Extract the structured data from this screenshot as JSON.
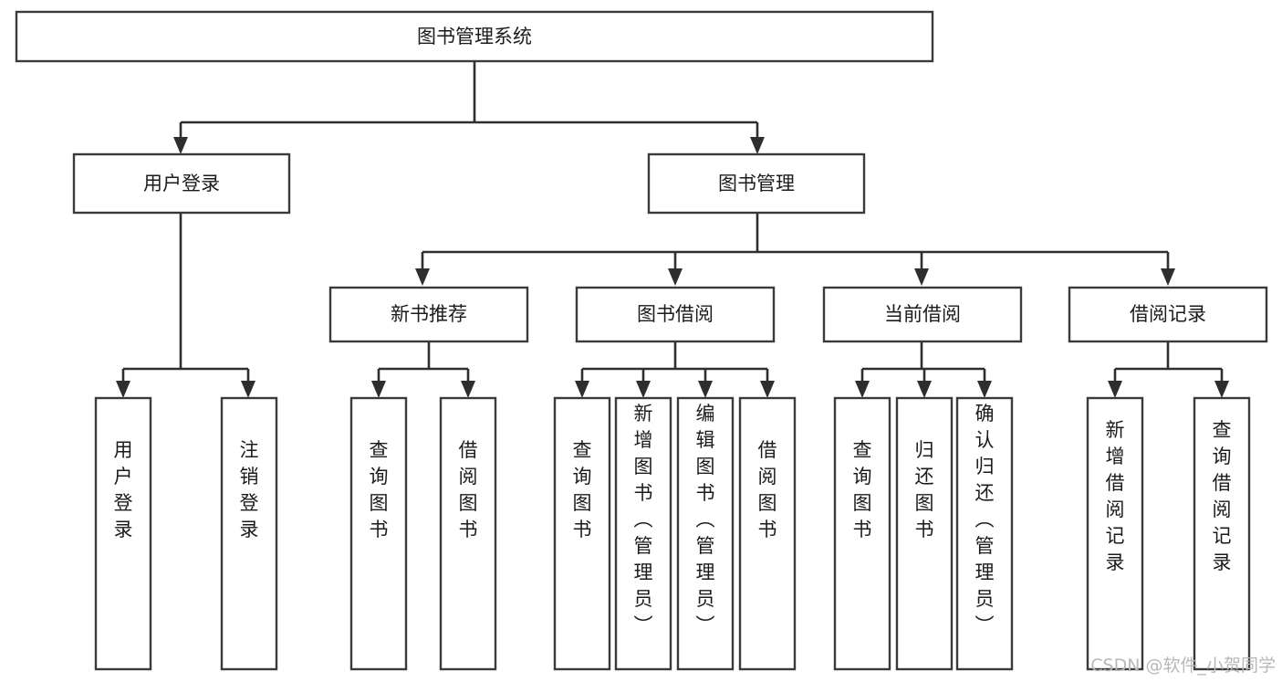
{
  "diagram": {
    "title": "图书管理系统",
    "type": "tree",
    "orientation": "top-down",
    "root": {
      "id": "root",
      "label": "图书管理系统"
    },
    "level2": [
      {
        "id": "user-login",
        "label": "用户登录"
      },
      {
        "id": "book-manage",
        "label": "图书管理"
      }
    ],
    "level3": [
      {
        "id": "new-book-recommend",
        "label": "新书推荐",
        "parent": "book-manage"
      },
      {
        "id": "book-borrow",
        "label": "图书借阅",
        "parent": "book-manage"
      },
      {
        "id": "current-borrow",
        "label": "当前借阅",
        "parent": "book-manage"
      },
      {
        "id": "borrow-record",
        "label": "借阅记录",
        "parent": "book-manage"
      }
    ],
    "leaves": [
      {
        "id": "leaf-user-login",
        "label": "用户登录",
        "parent": "user-login"
      },
      {
        "id": "leaf-user-logout",
        "label": "注销登录",
        "parent": "user-login"
      },
      {
        "id": "leaf-query-book-1",
        "label": "查询图书",
        "parent": "new-book-recommend"
      },
      {
        "id": "leaf-borrow-book-1",
        "label": "借阅图书",
        "parent": "new-book-recommend"
      },
      {
        "id": "leaf-query-book-2",
        "label": "查询图书",
        "parent": "book-borrow"
      },
      {
        "id": "leaf-add-book",
        "label": "新增图书（管理员）",
        "parent": "book-borrow"
      },
      {
        "id": "leaf-edit-book",
        "label": "编辑图书（管理员）",
        "parent": "book-borrow"
      },
      {
        "id": "leaf-borrow-book-2",
        "label": "借阅图书",
        "parent": "book-borrow"
      },
      {
        "id": "leaf-query-book-3",
        "label": "查询图书",
        "parent": "current-borrow"
      },
      {
        "id": "leaf-return-book",
        "label": "归还图书",
        "parent": "current-borrow"
      },
      {
        "id": "leaf-confirm-return",
        "label": "确认归还（管理员）",
        "parent": "current-borrow"
      },
      {
        "id": "leaf-add-record",
        "label": "新增借阅记录",
        "parent": "borrow-record"
      },
      {
        "id": "leaf-query-record",
        "label": "查询借阅记录",
        "parent": "borrow-record"
      }
    ]
  },
  "watermark": {
    "text": "CSDN @软件_小贺同学"
  },
  "colors": {
    "box_stroke": "#3a3a3a",
    "box_fill": "#ffffff",
    "connector": "#2e2e2e",
    "text": "#1b1b1b",
    "watermark": "#b8b8b8",
    "background": "#ffffff"
  }
}
